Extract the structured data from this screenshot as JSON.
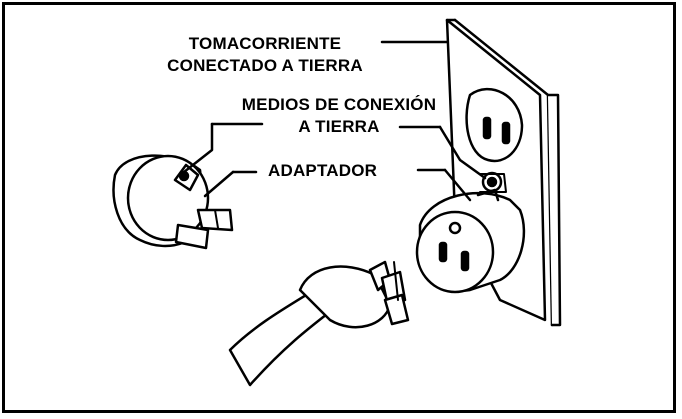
{
  "labels": {
    "grounded_outlet": [
      "TOMACORRIENTE",
      "CONECTADO A TIERRA"
    ],
    "grounding_means": [
      "MEDIOS DE CONEXIÓN",
      "A TIERRA"
    ],
    "adapter": "ADAPTADOR"
  },
  "colors": {
    "line": "#000000",
    "fill": "#ffffff"
  }
}
